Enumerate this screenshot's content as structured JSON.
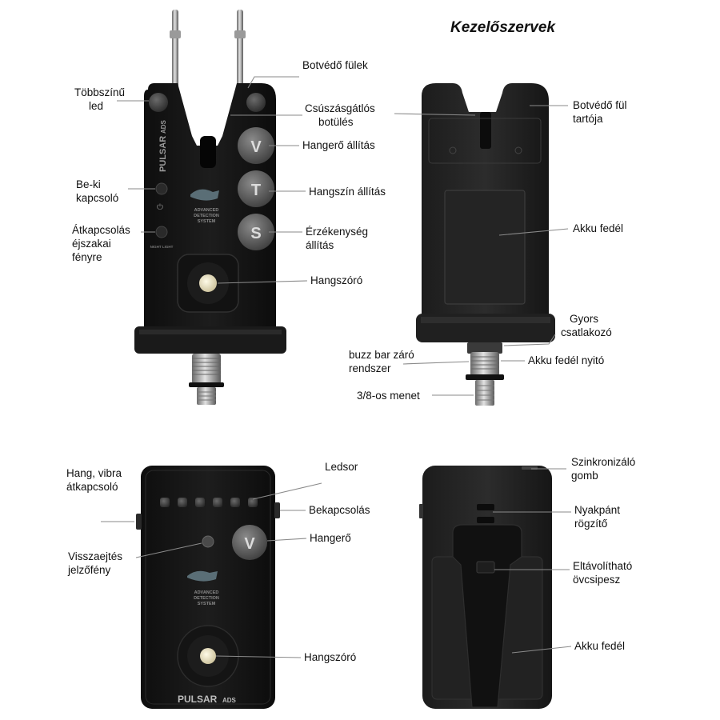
{
  "title": "Kezelőszervek",
  "alarm_front": {
    "brand": "PULSAR",
    "brand_tag": "ADS",
    "logo_line1": "ADVANCED",
    "logo_line2": "DETECTION",
    "logo_line3": "SYSTEM",
    "night_text": "NIGHT LIGHT",
    "btn_v": "V",
    "btn_t": "T",
    "btn_s": "S",
    "labels": {
      "multicolor_led": [
        "Többszínű",
        "led"
      ],
      "rod_ears": "Botvédő fülek",
      "anti_slip": [
        "Csúszásgátlós",
        "botülés"
      ],
      "volume": "Hangerő állítás",
      "tone": "Hangszín állítás",
      "sensitivity": [
        "Érzékenység",
        "állítás"
      ],
      "onoff": [
        "Be-ki",
        "kapcsoló"
      ],
      "night_switch": [
        "Átkapcsolás",
        "éjszakai",
        "fényre"
      ],
      "speaker": "Hangszóró"
    }
  },
  "alarm_back": {
    "labels": {
      "ear_holder": [
        "Botvédő fül",
        "tartója"
      ],
      "battery_cover": "Akku fedél",
      "quick_connector": [
        "Gyors",
        "csatlakozó"
      ],
      "buzz_bar": [
        "buzz bar záró",
        "rendszer"
      ],
      "battery_opener": "Akku fedél nyitó",
      "thread": "3/8-os menet"
    }
  },
  "receiver_front": {
    "brand": "PULSAR",
    "brand_tag": "ADS",
    "logo_line1": "ADVANCED",
    "logo_line2": "DETECTION",
    "logo_line3": "SYSTEM",
    "btn_v": "V",
    "labels": {
      "sound_vibra": [
        "Hang, vibra",
        "átkapcsoló"
      ],
      "led_row": "Ledsor",
      "power_on": "Bekapcsolás",
      "volume": "Hangerő",
      "feedback_light": [
        "Visszaejtés",
        "jelzőfény"
      ],
      "speaker": "Hangszóró"
    }
  },
  "receiver_back": {
    "labels": {
      "sync_button": [
        "Szinkronizáló",
        "gomb"
      ],
      "lanyard": [
        "Nyakpánt",
        "rögzítő"
      ],
      "belt_clip": [
        "Eltávolítható",
        "övcsipesz"
      ],
      "battery_cover": "Akku fedél"
    }
  }
}
